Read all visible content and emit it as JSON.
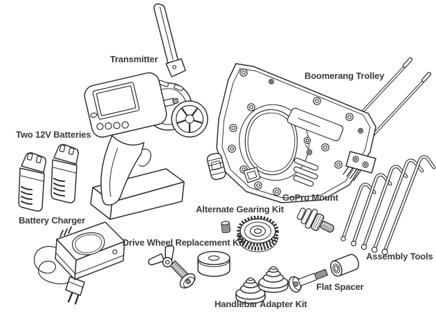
{
  "diagram": {
    "type": "exploded-parts-illustration",
    "background_color": "#ffffff",
    "line_color": "#2d2d2d",
    "label_color": "#3a3a3a",
    "metal_color": "#adadad"
  },
  "parts": [
    {
      "id": "transmitter",
      "label": "Transmitter"
    },
    {
      "id": "two-12v-batteries",
      "label": "Two 12V Batteries"
    },
    {
      "id": "battery-charger",
      "label": "Battery Charger"
    },
    {
      "id": "boomerang-trolley",
      "label": "Boomerang Trolley"
    },
    {
      "id": "gopro-mount",
      "label": "GoPro Mount"
    },
    {
      "id": "alternate-gearing-kit",
      "label": "Alternate Gearing Kit"
    },
    {
      "id": "drive-wheel-replacement-kit",
      "label": "Drive Wheel Replacement Kit"
    },
    {
      "id": "handlebar-adapter-kit",
      "label": "Handlebar Adapter Kit"
    },
    {
      "id": "flat-spacer",
      "label": "Flat Spacer"
    },
    {
      "id": "assembly-tools",
      "label": "Assembly Tools"
    }
  ]
}
